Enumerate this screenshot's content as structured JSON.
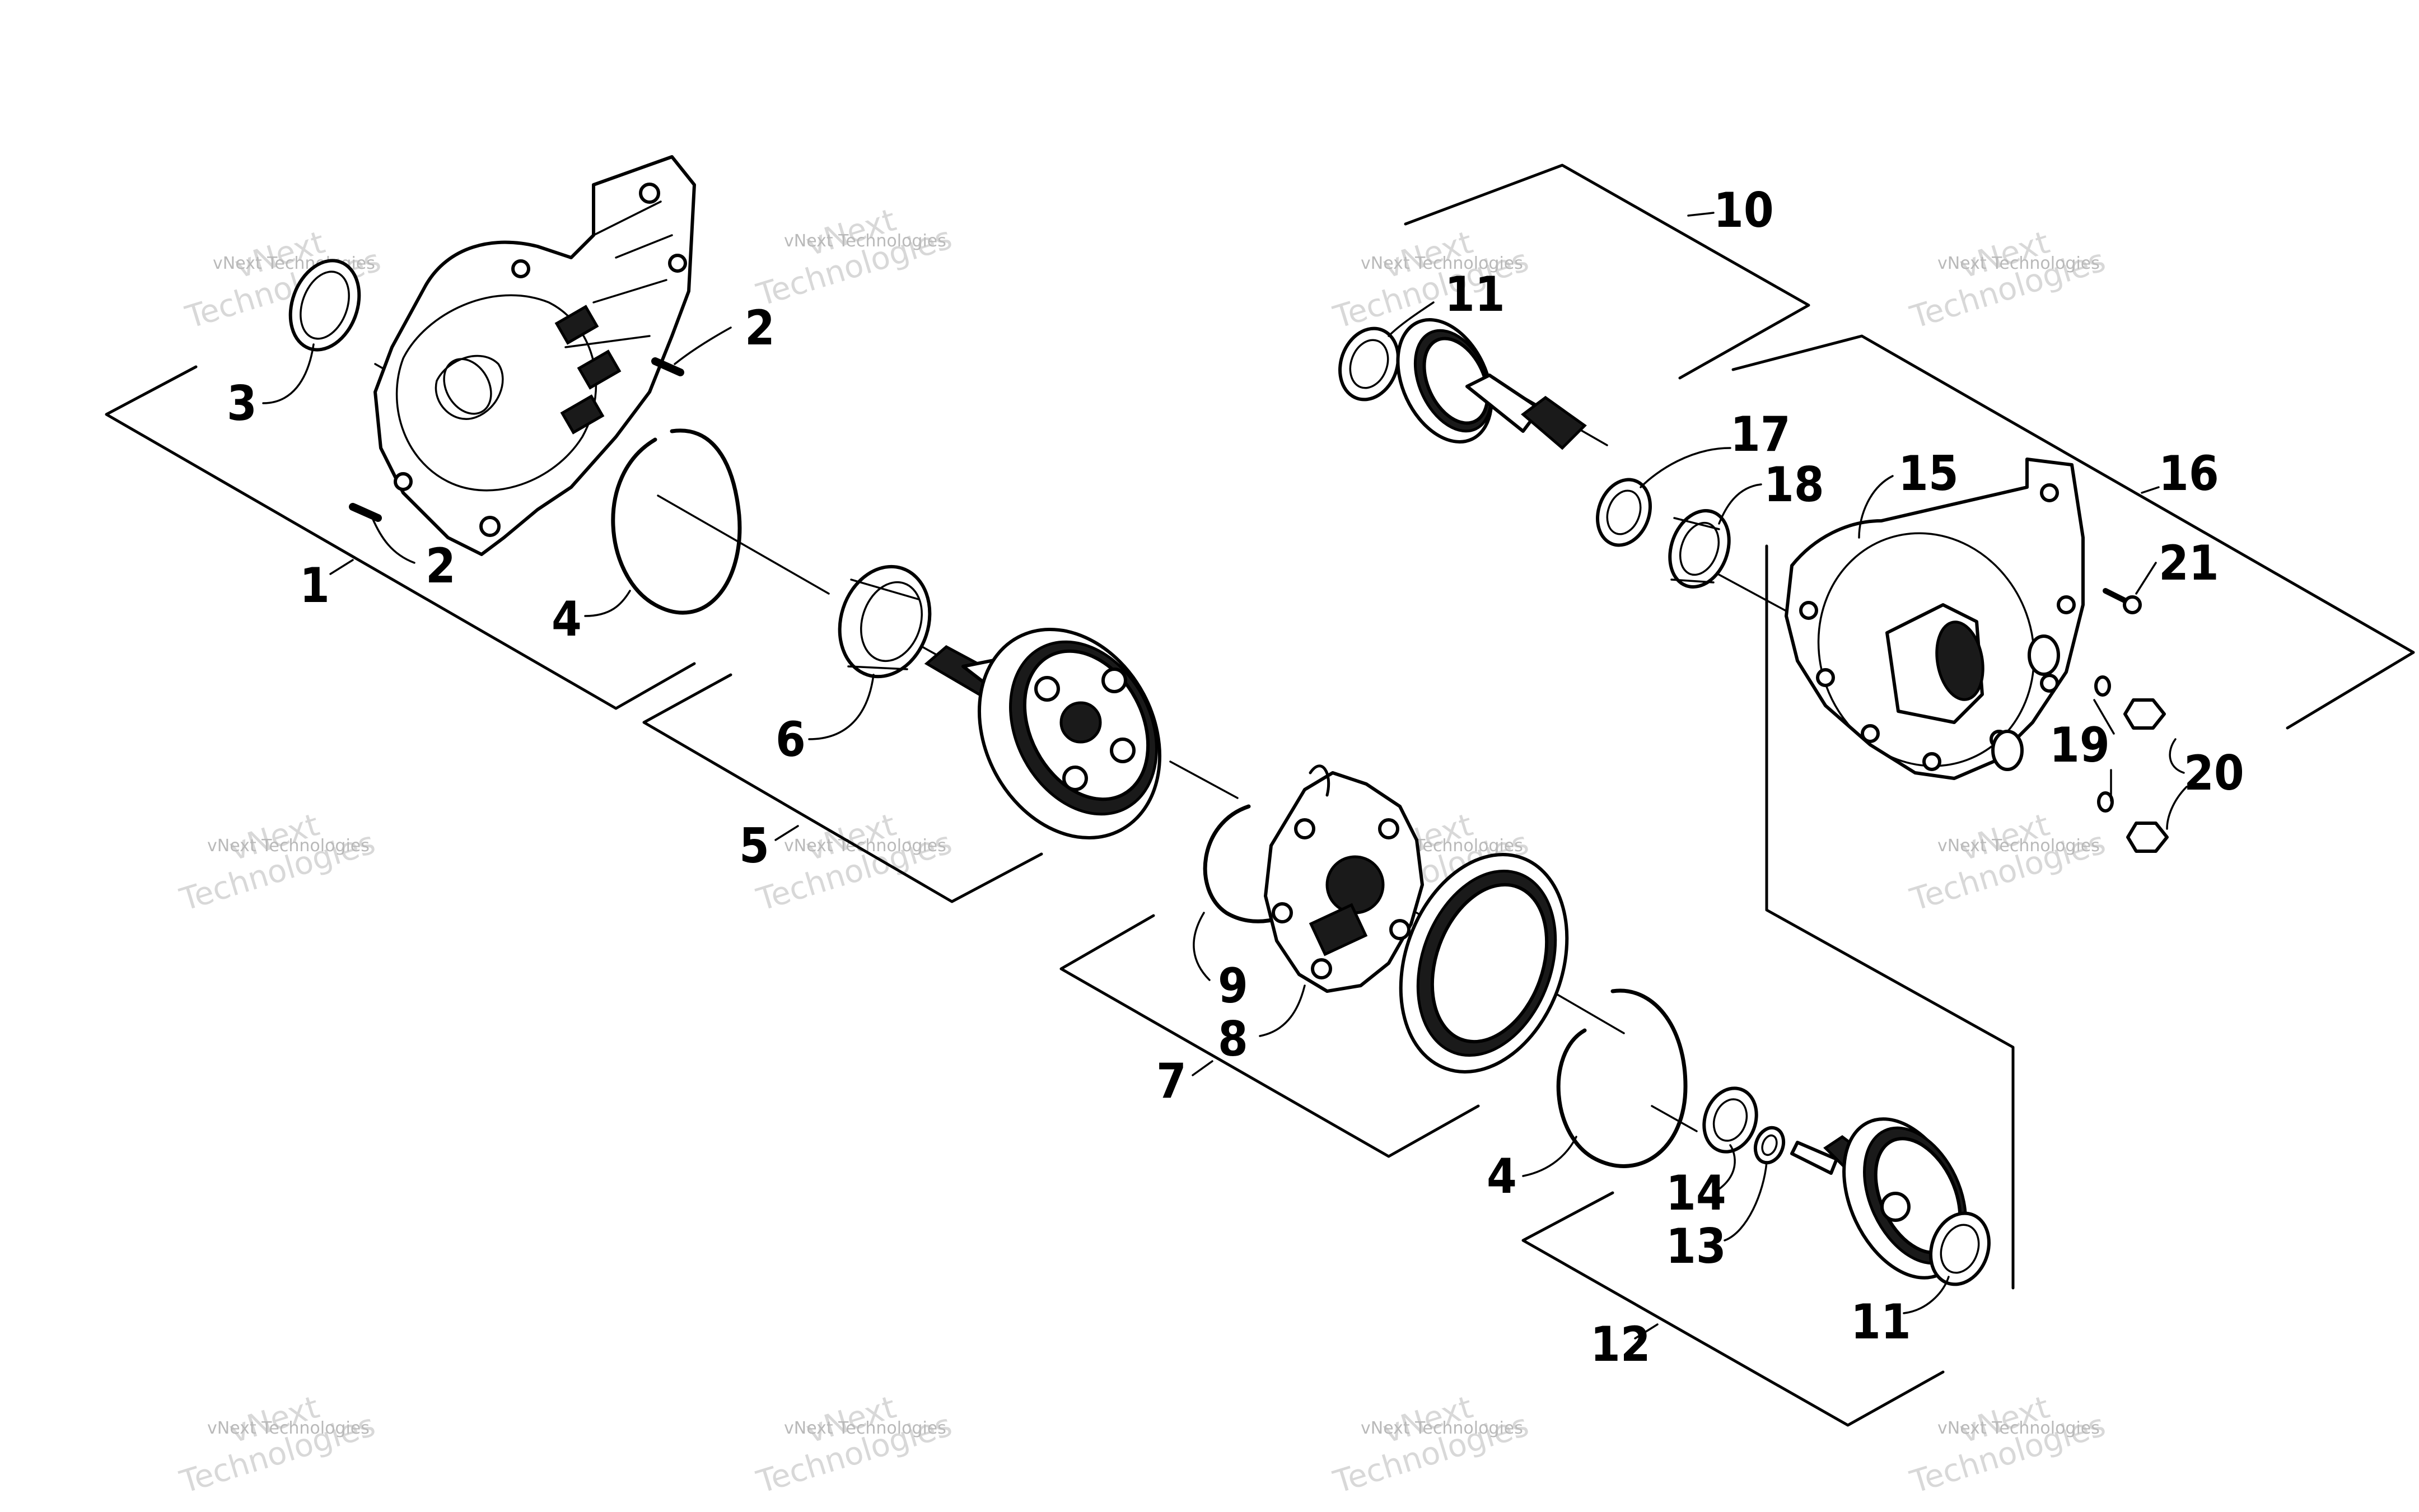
{
  "watermark": {
    "line1": "vNext Technologies",
    "line2a": "vNext",
    "line2b": "Technologies"
  },
  "callouts": [
    "1",
    "2",
    "2",
    "3",
    "4",
    "4",
    "5",
    "6",
    "7",
    "8",
    "9",
    "10",
    "11",
    "11",
    "12",
    "13",
    "14",
    "15",
    "16",
    "17",
    "18",
    "19",
    "20",
    "21"
  ]
}
